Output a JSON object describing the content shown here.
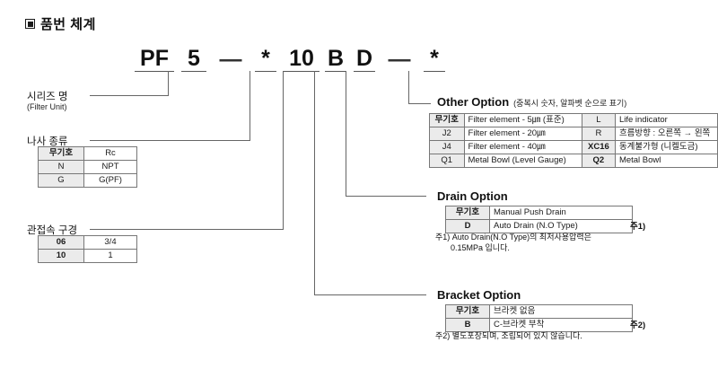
{
  "page": {
    "title": "품번 체계",
    "bullet_icon": "filled-square-bullet"
  },
  "model_code": {
    "segments": [
      {
        "text": "PF",
        "underline": true,
        "tick": false
      },
      {
        "text": "5",
        "underline": true,
        "tick": true
      },
      {
        "text": "—",
        "underline": false,
        "tick": false
      },
      {
        "text": "*",
        "underline": true,
        "tick": true
      },
      {
        "text": "10",
        "underline": true,
        "tick": true
      },
      {
        "text": "B",
        "underline": true,
        "tick": true
      },
      {
        "text": "D",
        "underline": true,
        "tick": true
      },
      {
        "text": "—",
        "underline": false,
        "tick": false
      },
      {
        "text": "*",
        "underline": true,
        "tick": true
      }
    ],
    "full": "PF 5 — * 10 B D — *"
  },
  "series": {
    "label": "시리즈 명",
    "sublabel": "(Filter Unit)"
  },
  "thread": {
    "label": "나사 종류",
    "rows": [
      {
        "code": "무기호",
        "desc": "Rc"
      },
      {
        "code": "N",
        "desc": "NPT"
      },
      {
        "code": "G",
        "desc": "G(PF)"
      }
    ]
  },
  "port": {
    "label": "관접속 구경",
    "rows": [
      {
        "code": "06",
        "desc": "3/4"
      },
      {
        "code": "10",
        "desc": "1"
      }
    ]
  },
  "other_option": {
    "heading_en": "Other Option",
    "heading_ko": "(중복시 숫자, 알파벳 순으로 표기)",
    "rows": [
      {
        "c1": "무기호",
        "c2": "Filter element - 5㎛ (표준)",
        "c3": "L",
        "c4": "Life indicator"
      },
      {
        "c1": "J2",
        "c2": "Filter element - 20㎛",
        "c3": "R",
        "c4": "흐름방향 : 오른쪽 → 왼쪽"
      },
      {
        "c1": "J4",
        "c2": "Filter element - 40㎛",
        "c3": "XC16",
        "c4": "동계불가형 (니켈도금)"
      },
      {
        "c1": "Q1",
        "c2": "Metal Bowl (Level Gauge)",
        "c3": "Q2",
        "c4": "Metal Bowl"
      }
    ]
  },
  "drain_option": {
    "heading_en": "Drain Option",
    "rows": [
      {
        "code": "무기호",
        "desc": "Manual Push Drain"
      },
      {
        "code": "D",
        "desc": "Auto Drain (N.O Type)"
      }
    ],
    "note_mark": "주1)",
    "note_line1": "주1) Auto Drain(N.O Type)의 최저사용압력은",
    "note_line2": "0.15MPa 입니다."
  },
  "bracket_option": {
    "heading_en": "Bracket Option",
    "rows": [
      {
        "code": "무기호",
        "desc": "브라켓 없음"
      },
      {
        "code": "B",
        "desc": "C-브라켓 부착"
      }
    ],
    "note_mark": "주2)",
    "note_line1": "주2) 별도포장되며, 조립되어 있지 않습니다."
  },
  "colors": {
    "text": "#111111",
    "rule": "#666666",
    "table_border": "#777777",
    "key_fill": "#ebebeb"
  }
}
